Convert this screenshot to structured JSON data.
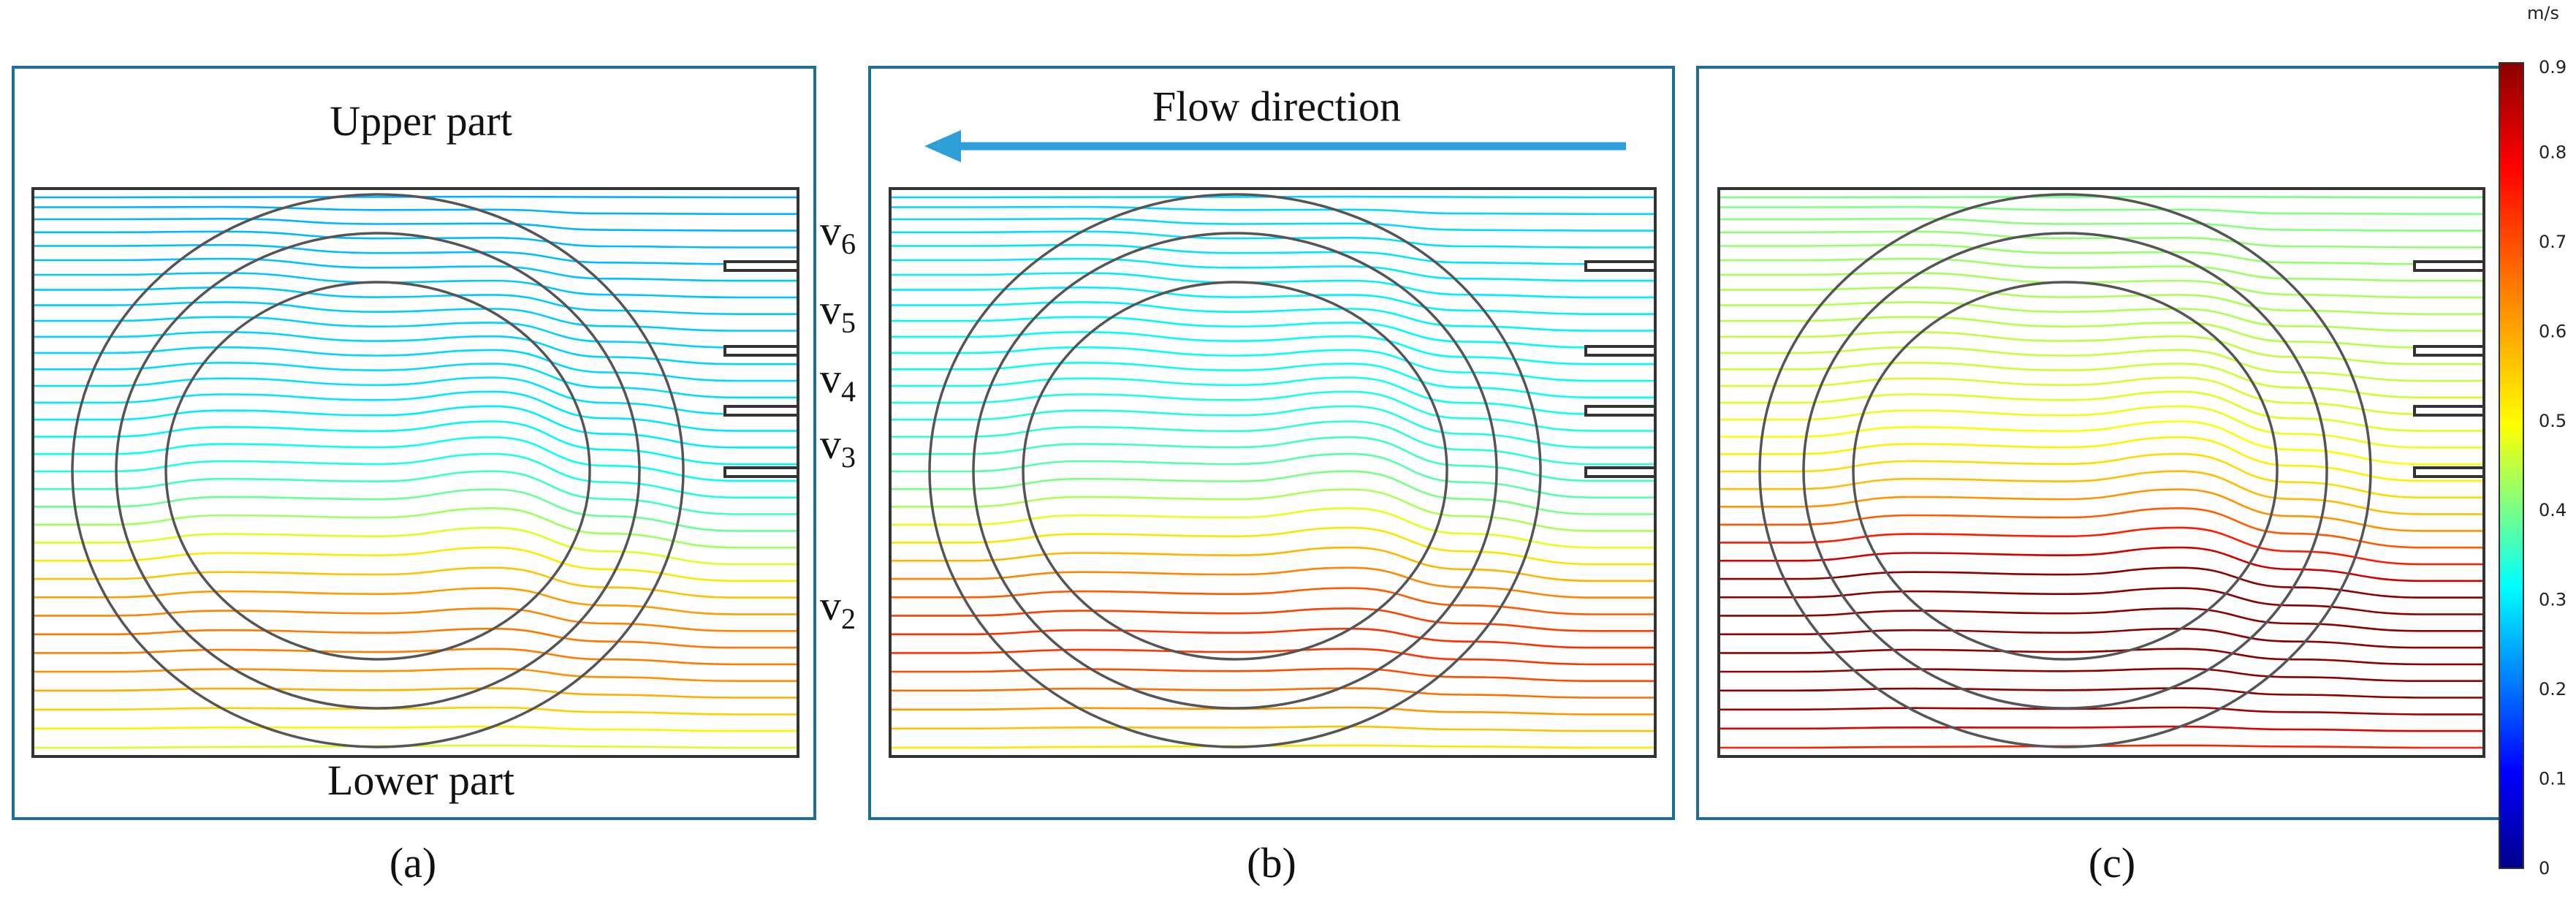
{
  "panels": [
    {
      "id": "a",
      "caption": "(a)",
      "top_label": "Upper part",
      "bottom_label": "Lower part",
      "speed_factor": 1.0
    },
    {
      "id": "b",
      "caption": "(b)",
      "top_label": "Flow direction",
      "bottom_label": "",
      "speed_factor": 1.12
    },
    {
      "id": "c",
      "caption": "(c)",
      "top_label": "",
      "bottom_label": "",
      "speed_factor": 1.6
    }
  ],
  "velocity_labels": [
    {
      "base": "v",
      "sub": "6"
    },
    {
      "base": "v",
      "sub": "5"
    },
    {
      "base": "v",
      "sub": "4"
    },
    {
      "base": "v",
      "sub": "3"
    },
    {
      "base": "v",
      "sub": "2"
    }
  ],
  "colorbar": {
    "unit": "m/s",
    "min": 0,
    "max": 0.9,
    "ticks": [
      "0",
      "0.1",
      "0.2",
      "0.3",
      "0.4",
      "0.5",
      "0.6",
      "0.7",
      "0.8",
      "0.9"
    ]
  },
  "colors": {
    "frame": "#1f6f94",
    "arrow": "#2e9fd8",
    "outline": "#333333",
    "circle": "#555555"
  }
}
